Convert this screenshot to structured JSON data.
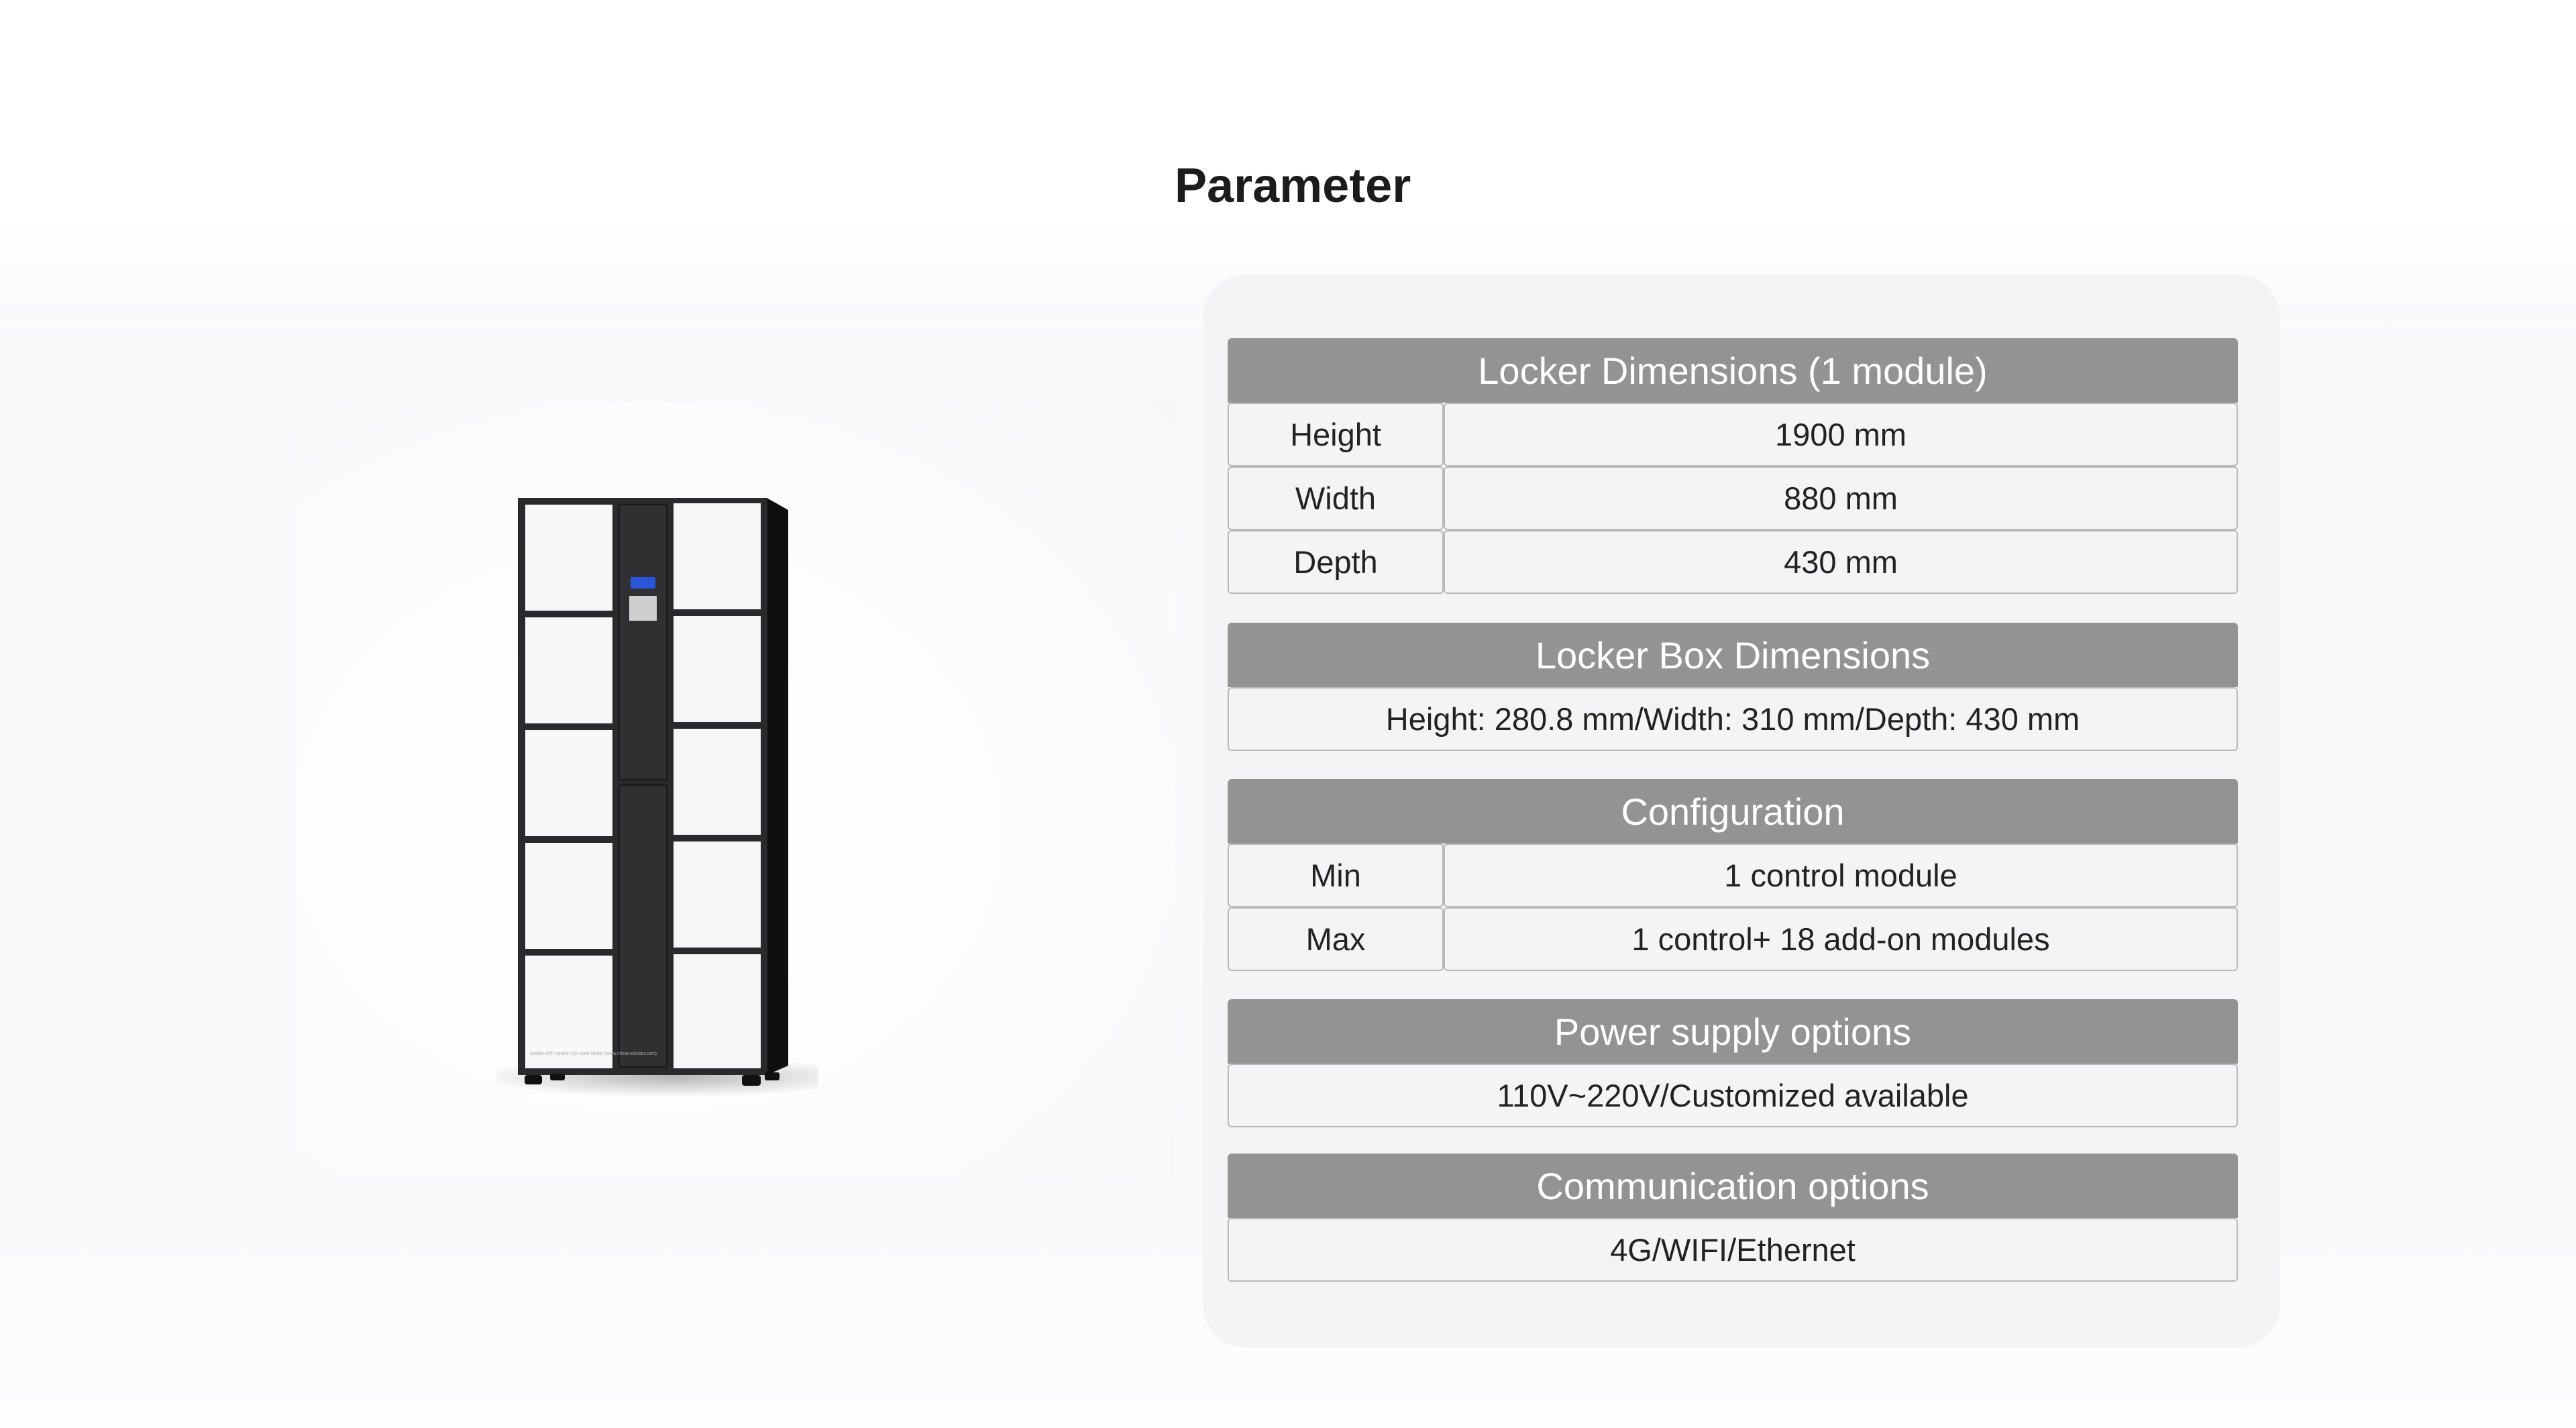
{
  "title": "Parameter",
  "product_image": {
    "caption": "Mobile APP control QR code locker (www.china-elocker.com)"
  },
  "sections": [
    {
      "header": "Locker Dimensions (1 module)",
      "rows": [
        {
          "label": "Height",
          "value": "1900 mm"
        },
        {
          "label": "Width",
          "value": "880 mm"
        },
        {
          "label": "Depth",
          "value": "430 mm"
        }
      ]
    },
    {
      "header": "Locker Box Dimensions",
      "text": "Height: 280.8 mm/Width: 310 mm/Depth: 430 mm"
    },
    {
      "header": "Configuration",
      "rows": [
        {
          "label": "Min",
          "value": "1 control module"
        },
        {
          "label": "Max",
          "value": "1 control+ 18 add-on modules"
        }
      ]
    },
    {
      "header": "Power supply options",
      "text": "110V~220V/Customized available"
    },
    {
      "header": "Communication options",
      "text": "4G/WIFI/Ethernet"
    }
  ],
  "colors": {
    "header_bg": "#939393",
    "card_bg": "#f4f4f6",
    "cell_border": "#b8b8b8"
  }
}
